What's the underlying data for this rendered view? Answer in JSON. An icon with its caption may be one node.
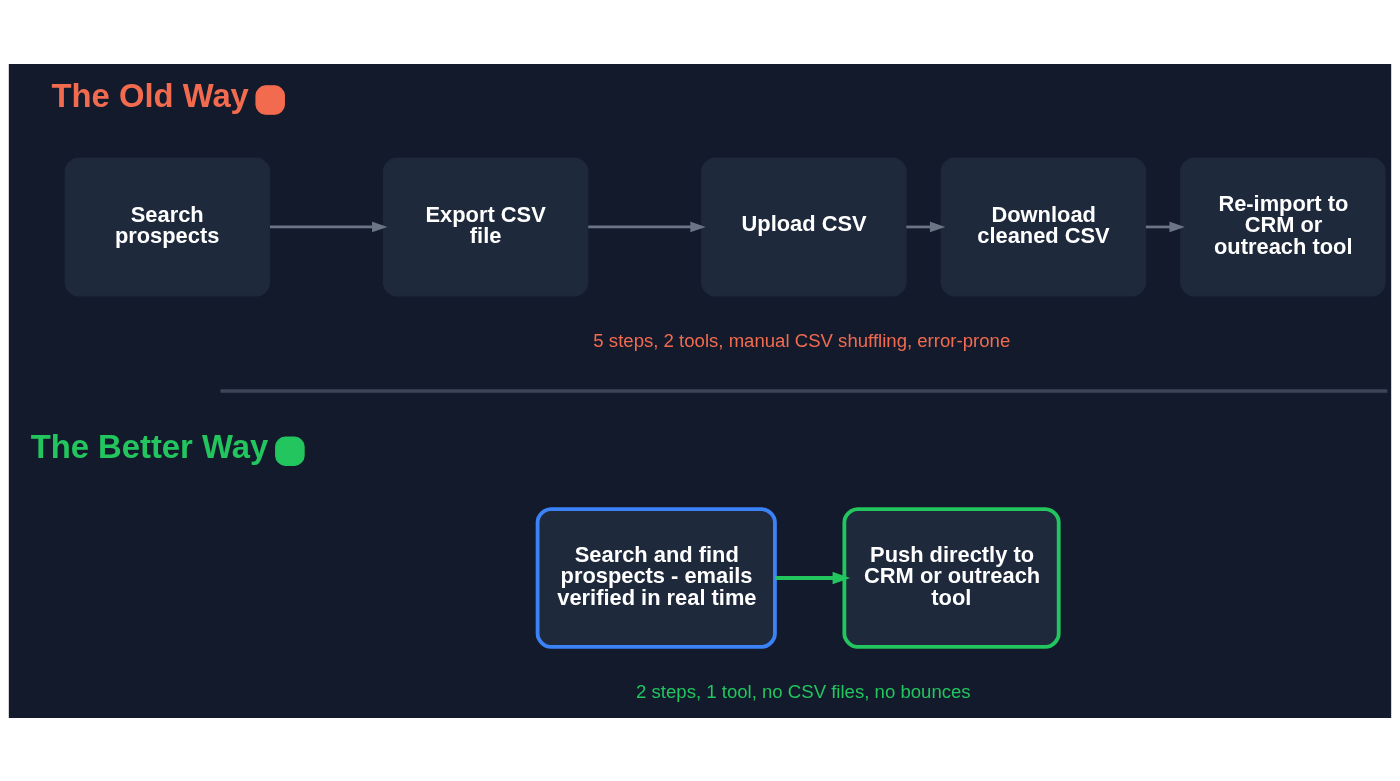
{
  "diagram": {
    "nodes": [
      {
        "text": [
          "Search prospects"
        ]
      },
      {
        "text": [
          "Export CSV file"
        ]
      },
      {
        "text": [
          "Upload CSV"
        ]
      },
      {
        "text": [
          "Download cleaned CSV"
        ]
      },
      {
        "text": [
          "Re-import to CRM or outreach tool"
        ]
      },
      {
        "text": [
          "Search and find prospects - emails verified in real time"
        ]
      },
      {
        "text": [
          "Push directly to CRM or outreach tool"
        ]
      }
    ],
    "edges": [
      {
        "from": 0,
        "to": 1,
        "arrow": "to"
      },
      {
        "from": 1,
        "to": 2,
        "arrow": "to"
      },
      {
        "from": 2,
        "to": 3,
        "arrow": "to"
      },
      {
        "from": 3,
        "to": 4,
        "arrow": "to"
      },
      {
        "from": 5,
        "to": 6,
        "arrow": "to",
        "color": "#22c55e"
      }
    ],
    "labels": [
      "The Old Way",
      "5 steps, 2 tools, manual CSV shuffling, error-prone",
      "The Better Way",
      "2 steps, 1 tool, no CSV files, no bounces"
    ]
  }
}
